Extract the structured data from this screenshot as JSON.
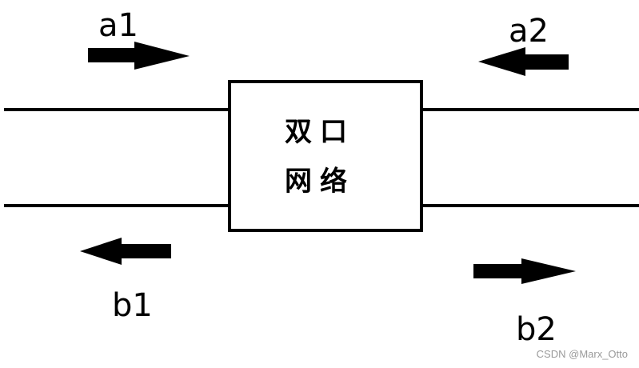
{
  "diagram": {
    "box_line1": "双口",
    "box_line2": "网络",
    "labels": {
      "a1": "a1",
      "a2": "a2",
      "b1": "b1",
      "b2": "b2"
    },
    "watermark": "CSDN @Marx_Otto"
  }
}
